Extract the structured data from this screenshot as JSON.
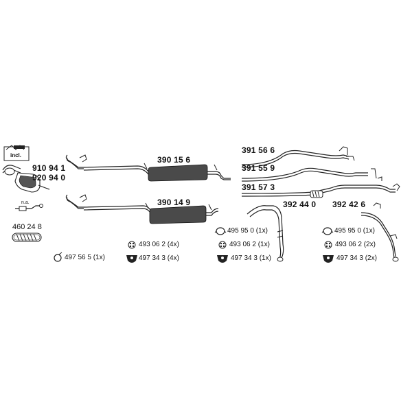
{
  "parts": {
    "catalyst_1": "910 94 1",
    "catalyst_2": "920 94 0",
    "incl_label": "incl.",
    "na_label": "n.a.",
    "flex_pipe": "460 24 8",
    "middle_long": "390 15 6",
    "middle_short": "390 14 9",
    "rear_1": "391 56 6",
    "rear_2": "391 55 9",
    "rear_3": "391 57 3",
    "tail_left": "392 44 0",
    "tail_right": "392 42 6"
  },
  "accessories": {
    "clamp_left": "497 56 5 (1x)",
    "rubber_mid": "493 06 2 (4x)",
    "mount_mid": "497 34 3 (4x)",
    "ring_a": "495 95 0 (1x)",
    "rubber_a": "493 06 2 (1x)",
    "mount_a": "497 34 3  (1x)",
    "ring_b": "495 95 0 (1x)",
    "rubber_b": "493 06 2 (2x)",
    "mount_b": "497 34 3  (2x)"
  },
  "colors": {
    "line": "#222222",
    "muffler": "#4a4a4a",
    "background": "#ffffff"
  }
}
